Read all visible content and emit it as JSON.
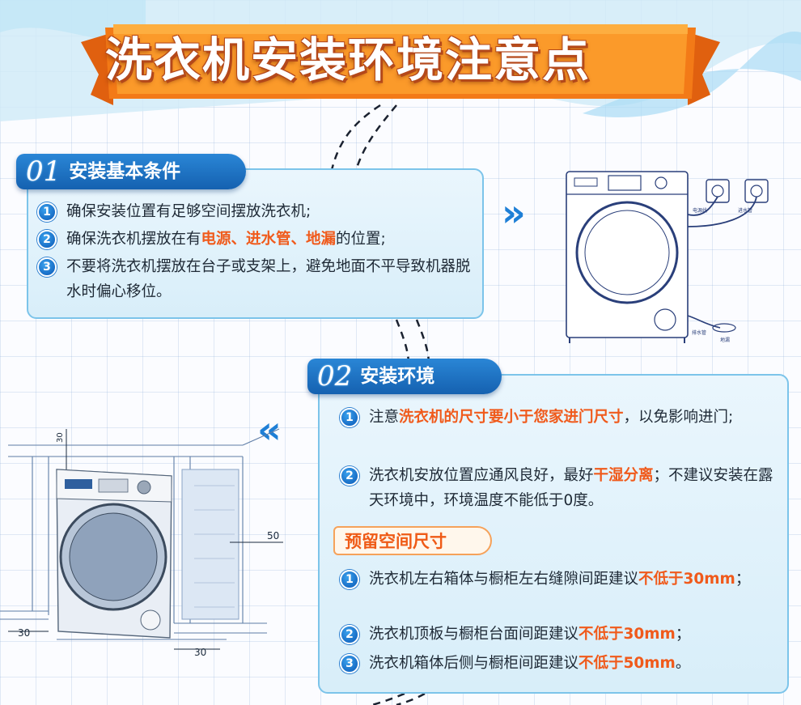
{
  "title": "洗衣机安装环境注意点",
  "section1": {
    "number": "01",
    "title": "安装基本条件",
    "items": [
      {
        "num": "1",
        "before": "确保安装位置有足够空间摆放洗衣机;",
        "highlight": "",
        "after": ""
      },
      {
        "num": "2",
        "before": "确保洗衣机摆放在有",
        "highlight": "电源、进水管、地漏",
        "after": "的位置;"
      },
      {
        "num": "3",
        "before": "不要将洗衣机摆放在台子或支架上，避免地面不平导致机器脱水时偏心移位。",
        "highlight": "",
        "after": ""
      }
    ]
  },
  "section2": {
    "number": "02",
    "title": "安装环境",
    "items": [
      {
        "num": "1",
        "before": "注意",
        "highlight": "洗衣机的尺寸要小于您家进门尺寸",
        "after": "，以免影响进门;"
      },
      {
        "num": "2",
        "before": "洗衣机安放位置应通风良好，最好",
        "highlight": "干湿分离",
        "after": "；不建议安装在露天环境中，环境温度不能低于0度。"
      }
    ],
    "subheader": "预留空间尺寸",
    "space_items": [
      {
        "num": "1",
        "before": "洗衣机左右箱体与橱柜左右缝隙间距建议",
        "highlight": "不低于30mm",
        "after": "；"
      },
      {
        "num": "2",
        "before": "洗衣机顶板与橱柜台面间距建议",
        "highlight": "不低于30mm",
        "after": "；"
      },
      {
        "num": "3",
        "before": "洗衣机箱体后侧与橱柜间距建议",
        "highlight": "不低于50mm",
        "after": "。"
      }
    ]
  },
  "diagram1": {
    "label_power": "电源线",
    "label_inlet": "进水管",
    "label_drain": "排水管",
    "label_floor": "地漏"
  },
  "diagram2": {
    "dim_top": "30",
    "dim_back": "50",
    "dim_left": "30",
    "dim_bottom": "30"
  },
  "colors": {
    "accent": "#f05a1b",
    "blue": "#1561b0",
    "card_border": "#7cc4ea"
  }
}
